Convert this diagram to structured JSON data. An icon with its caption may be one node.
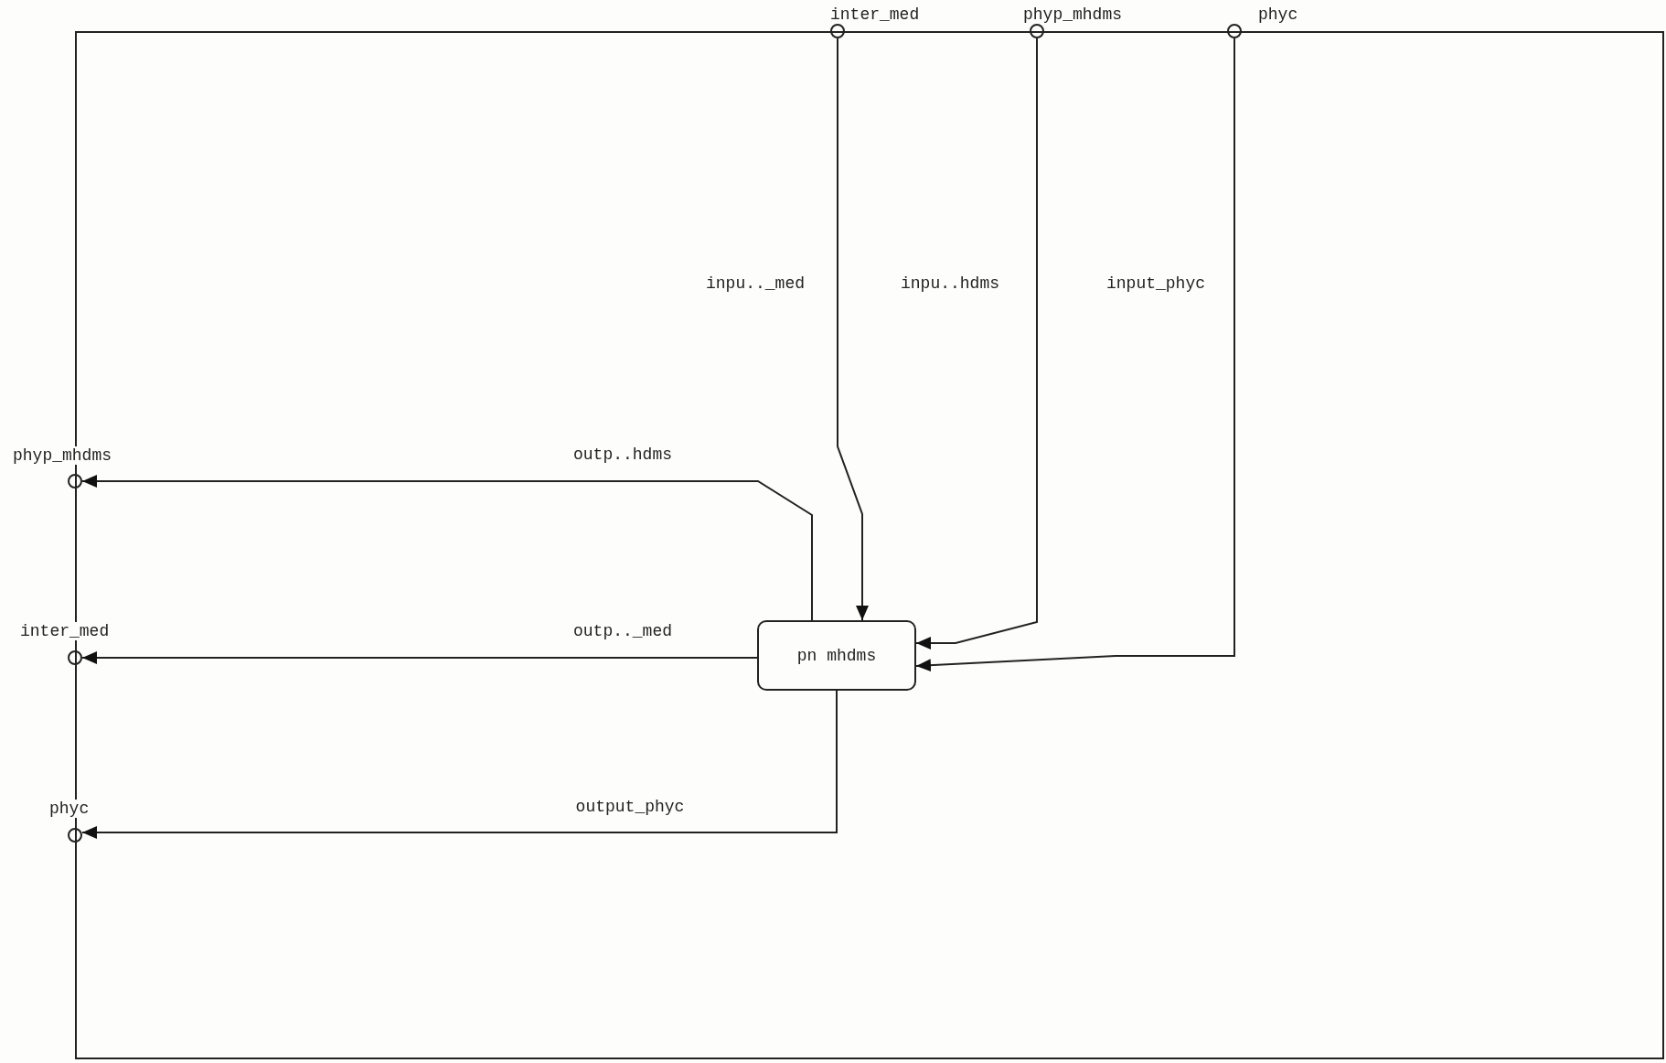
{
  "diagram": {
    "nodes": [
      {
        "text": [],
        "shape": "box"
      },
      {
        "text": [
          "inter_med"
        ]
      },
      {
        "text": [
          "phyp_mhdms"
        ]
      },
      {
        "text": [
          "phyc"
        ]
      },
      {
        "text": [
          "pn mhdms"
        ],
        "in": 0
      },
      {
        "text": [
          "phyp_mhdms"
        ]
      },
      {
        "text": [
          "inter_med"
        ]
      },
      {
        "text": [
          "phyc"
        ]
      }
    ],
    "edges": [
      {
        "from": 1,
        "to": 4,
        "arrow": "to",
        "label": "inpu.._med"
      },
      {
        "from": 2,
        "to": 4,
        "arrow": "to",
        "label": "inpu..hdms"
      },
      {
        "from": 3,
        "to": 4,
        "arrow": "to",
        "label": "input_phyc"
      },
      {
        "from": 4,
        "to": 5,
        "arrow": "to",
        "label": "outp..hdms"
      },
      {
        "from": 4,
        "to": 6,
        "arrow": "to",
        "label": "outp.._med"
      },
      {
        "from": 4,
        "to": 7,
        "arrow": "to",
        "label": "output_phyc"
      }
    ]
  }
}
